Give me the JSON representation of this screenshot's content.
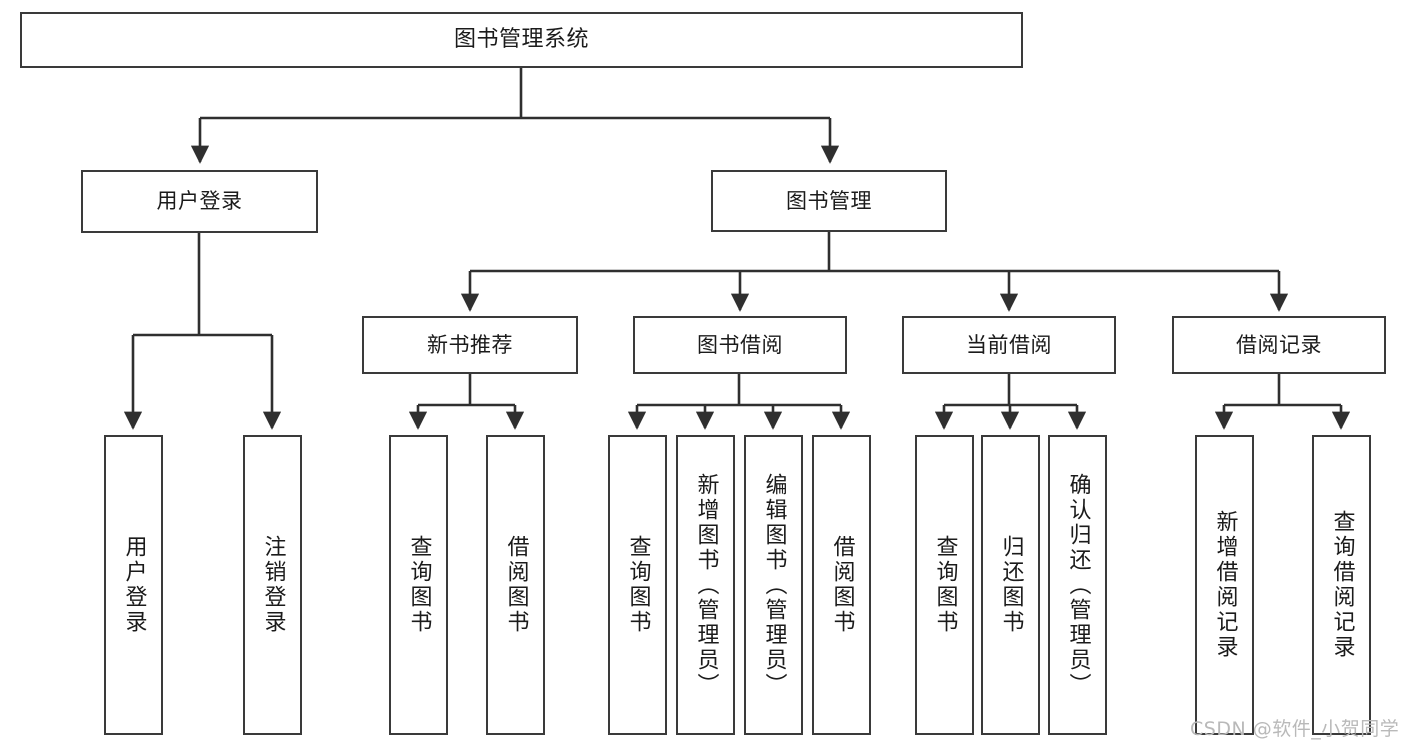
{
  "diagram": {
    "title": "图书管理系统",
    "watermark": "CSDN @软件_小贺同学",
    "colors": {
      "box_border": "#3a3a3a",
      "line": "#2f2f2f",
      "text": "#1b1b1b",
      "background": "#ffffff",
      "watermark": "#b9b9b9"
    },
    "nodes": {
      "root": {
        "label": "图书管理系统"
      },
      "tier1": [
        {
          "label": "用户登录"
        },
        {
          "label": "图书管理"
        }
      ],
      "tier2": [
        {
          "label": "新书推荐"
        },
        {
          "label": "图书借阅"
        },
        {
          "label": "当前借阅"
        },
        {
          "label": "借阅记录"
        }
      ],
      "leaves": {
        "user_login": [
          {
            "label": "用户登录"
          },
          {
            "label": "注销登录"
          }
        ],
        "new_book": [
          {
            "label": "查询图书"
          },
          {
            "label": "借阅图书"
          }
        ],
        "book_borrow": [
          {
            "label": "查询图书"
          },
          {
            "label": "新增图书（管理员）"
          },
          {
            "label": "编辑图书（管理员）"
          },
          {
            "label": "借阅图书"
          }
        ],
        "current_borrow": [
          {
            "label": "查询图书"
          },
          {
            "label": "归还图书"
          },
          {
            "label": "确认归还（管理员）"
          }
        ],
        "borrow_record": [
          {
            "label": "新增借阅记录"
          },
          {
            "label": "查询借阅记录"
          }
        ]
      }
    }
  }
}
